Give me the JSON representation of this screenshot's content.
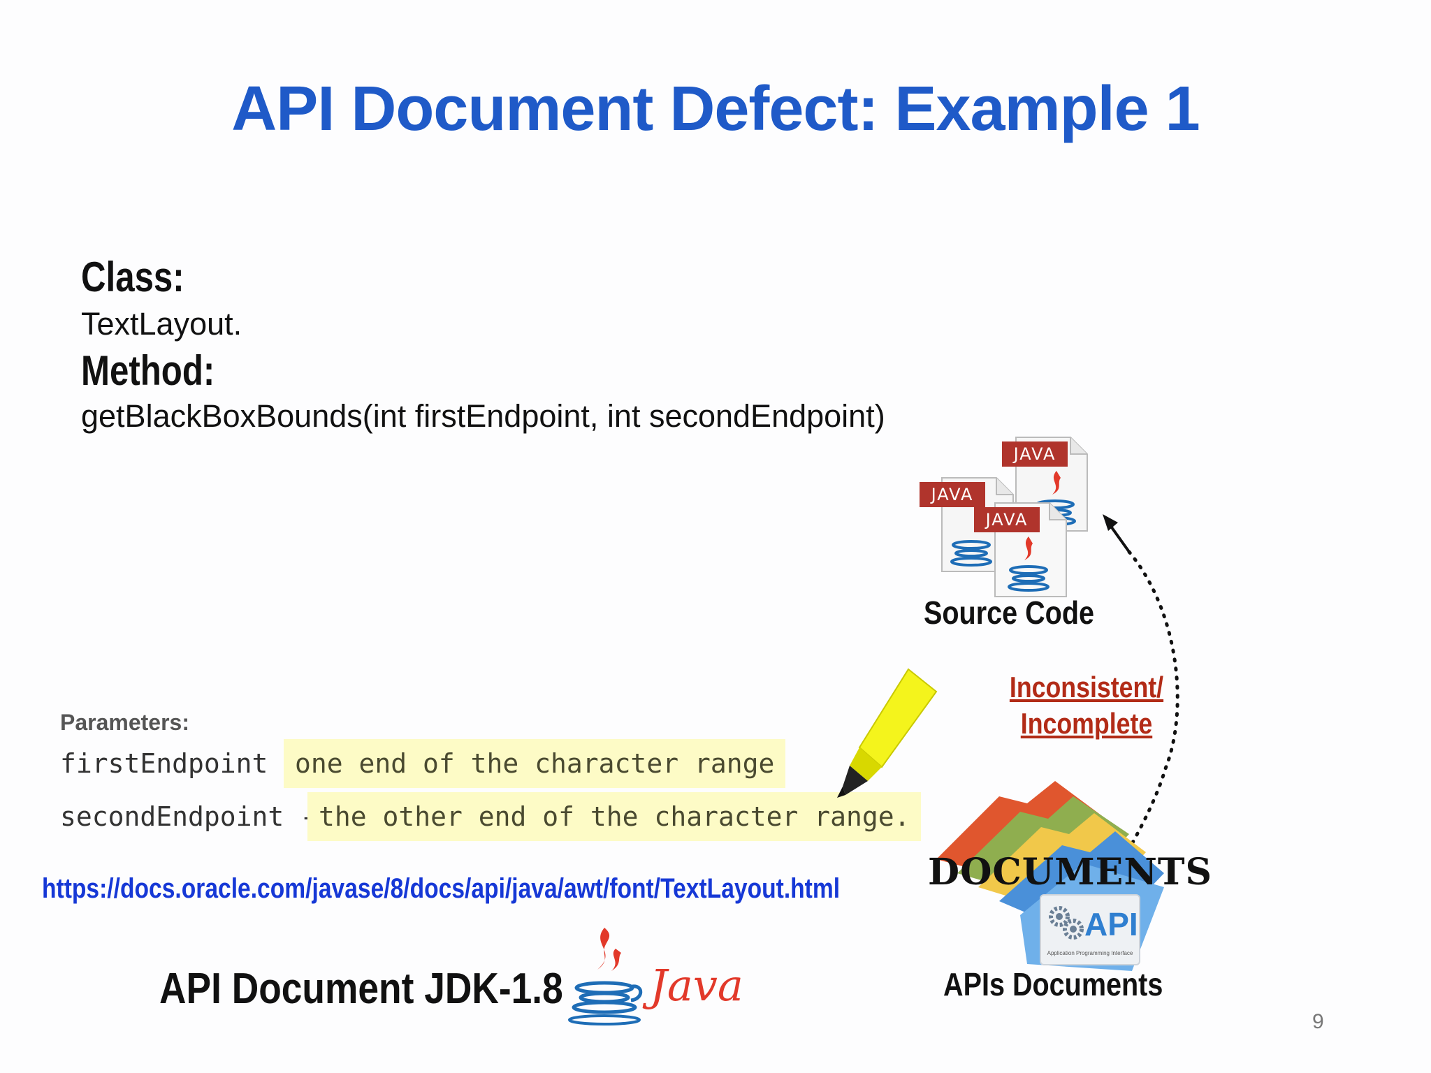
{
  "slide": {
    "title": "API Document Defect: Example 1",
    "class_label": "Class:",
    "class_value": "TextLayout.",
    "method_label": "Method:",
    "method_value": "getBlackBoxBounds(int firstEndpoint, int secondEndpoint)",
    "parameters": {
      "heading": "Parameters:",
      "items": [
        {
          "name": "firstEndpoint",
          "sep": " - ",
          "desc": "one end of the character range"
        },
        {
          "name": "secondEndpoint",
          "sep": " - ",
          "desc": "the other end of the character range."
        }
      ]
    },
    "url": "https://docs.oracle.com/javase/8/docs/api/java/awt/font/TextLayout.html",
    "api_doc_label": "API Document JDK-1.8",
    "java_logo_text": "Java",
    "java_file_tag": "JAVA",
    "source_code_label": "Source Code",
    "inconsistent_line1": "Inconsistent/",
    "inconsistent_line2": "Incomplete",
    "documents_word": "DOCUMENTS",
    "api_badge": "API",
    "api_badge_sub": "Application Programming Interface",
    "apis_documents_label": "APIs Documents",
    "page_number": "9"
  },
  "colors": {
    "title": "#1f5ac8",
    "link": "#1638d6",
    "warning": "#b22b17",
    "highlight": "#fdfbc6",
    "java_red": "#e2392a",
    "java_blue": "#1e6db6"
  }
}
